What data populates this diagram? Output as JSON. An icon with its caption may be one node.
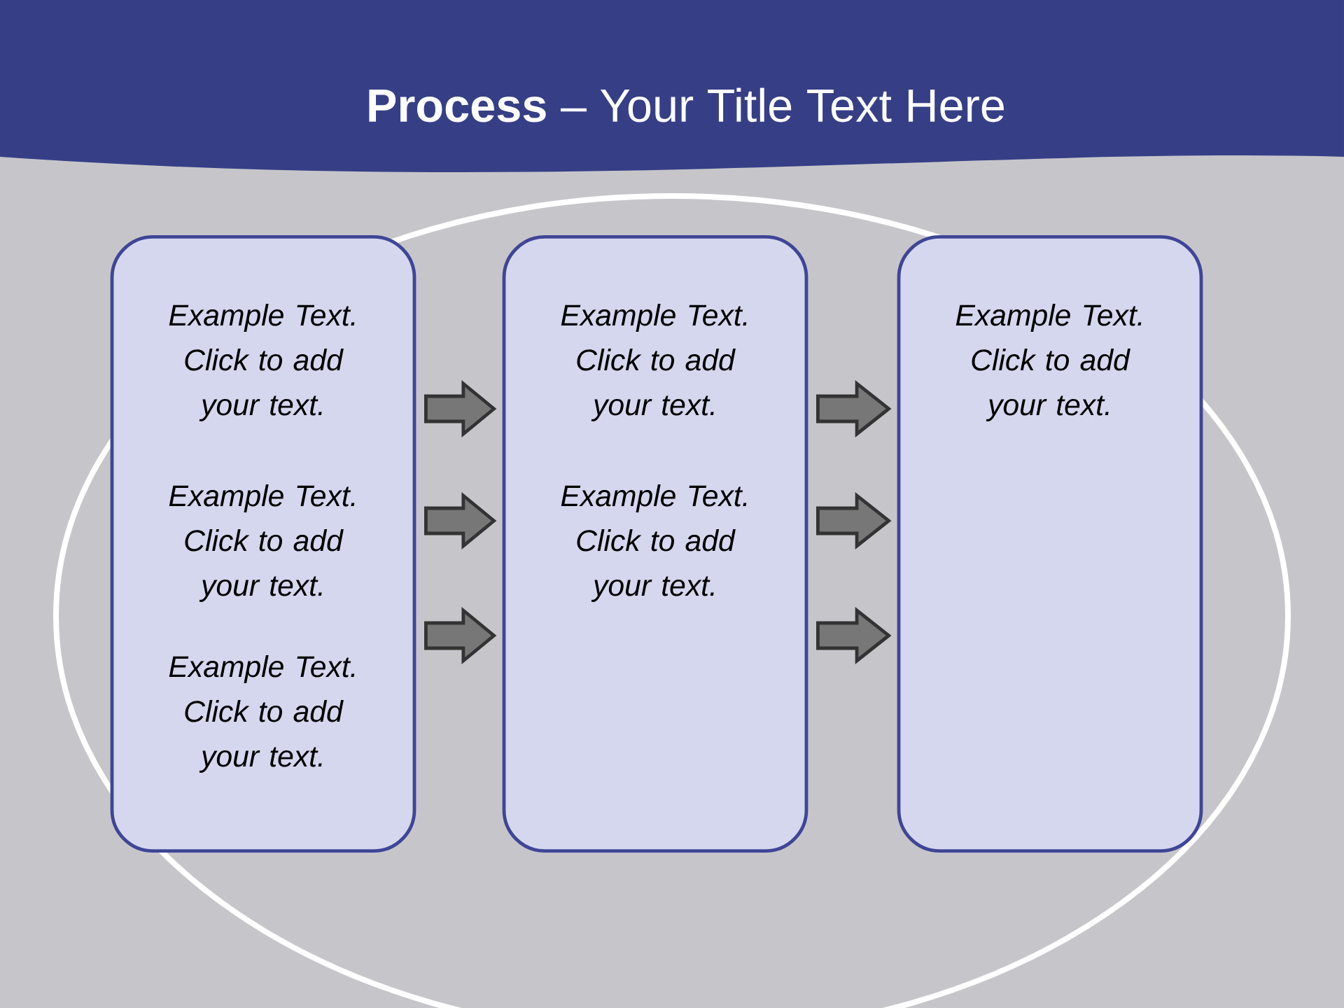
{
  "diagram": {
    "title": "**Process** – Your Title Text Here",
    "nodes": [
      {
        "text": [
          "Example Text. Click to add your text.",
          "Example Text. Click to add your text.",
          "Example Text. Click to add your text."
        ]
      },
      {
        "text": [
          "Example Text. Click to add your text.",
          "Example Text. Click to add your text."
        ]
      },
      {
        "text": [
          "Example Text. Click to add your text."
        ]
      }
    ],
    "edges": [
      {
        "from": 0,
        "to": 1,
        "arrow": "to"
      },
      {
        "from": 0,
        "to": 1,
        "arrow": "to"
      },
      {
        "from": 0,
        "to": 1,
        "arrow": "to"
      },
      {
        "from": 1,
        "to": 2,
        "arrow": "to"
      },
      {
        "from": 1,
        "to": 2,
        "arrow": "to"
      },
      {
        "from": 1,
        "to": 2,
        "arrow": "to"
      }
    ]
  }
}
